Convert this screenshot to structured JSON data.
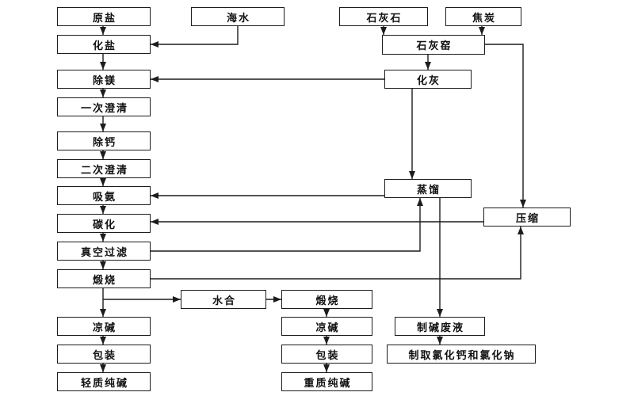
{
  "diagram": {
    "type": "flowchart",
    "nodes": {
      "raw_salt": {
        "label": "原盐"
      },
      "seawater": {
        "label": "海水"
      },
      "limestone": {
        "label": "石灰石"
      },
      "coke": {
        "label": "焦炭"
      },
      "dissolve_salt": {
        "label": "化盐"
      },
      "lime_kiln": {
        "label": "石灰窑"
      },
      "remove_mg": {
        "label": "除镁"
      },
      "slake_lime": {
        "label": "化灰"
      },
      "first_clarify": {
        "label": "一次澄清"
      },
      "remove_ca": {
        "label": "除钙"
      },
      "second_clarify": {
        "label": "二次澄清"
      },
      "absorb_ammonia": {
        "label": "吸氨"
      },
      "distill": {
        "label": "蒸馏"
      },
      "carbonate": {
        "label": "碳化"
      },
      "compress": {
        "label": "压缩"
      },
      "vacuum_filter": {
        "label": "真空过滤"
      },
      "calcine_light": {
        "label": "煅烧"
      },
      "hydrate": {
        "label": "水合"
      },
      "calcine_dense": {
        "label": "煅烧"
      },
      "cool_light": {
        "label": "凉碱"
      },
      "cool_dense": {
        "label": "凉碱"
      },
      "waste_liquid": {
        "label": "制碱废液"
      },
      "pack_light": {
        "label": "包装"
      },
      "pack_dense": {
        "label": "包装"
      },
      "product_cacl2_nacl": {
        "label": "制取氯化钙和氯化钠"
      },
      "light_soda": {
        "label": "轻质纯碱"
      },
      "dense_soda": {
        "label": "重质纯碱"
      }
    },
    "edges": [
      {
        "from": "raw_salt",
        "to": "dissolve_salt"
      },
      {
        "from": "seawater",
        "to": "dissolve_salt"
      },
      {
        "from": "dissolve_salt",
        "to": "remove_mg"
      },
      {
        "from": "slake_lime",
        "to": "remove_mg"
      },
      {
        "from": "remove_mg",
        "to": "first_clarify"
      },
      {
        "from": "first_clarify",
        "to": "remove_ca"
      },
      {
        "from": "remove_ca",
        "to": "second_clarify"
      },
      {
        "from": "second_clarify",
        "to": "absorb_ammonia"
      },
      {
        "from": "distill",
        "to": "absorb_ammonia"
      },
      {
        "from": "absorb_ammonia",
        "to": "carbonate"
      },
      {
        "from": "compress",
        "to": "carbonate"
      },
      {
        "from": "carbonate",
        "to": "vacuum_filter"
      },
      {
        "from": "vacuum_filter",
        "to": "calcine_light"
      },
      {
        "from": "vacuum_filter",
        "to": "distill"
      },
      {
        "from": "calcine_light",
        "to": "cool_light"
      },
      {
        "from": "calcine_light",
        "to": "hydrate"
      },
      {
        "from": "calcine_light",
        "to": "compress"
      },
      {
        "from": "hydrate",
        "to": "calcine_dense"
      },
      {
        "from": "calcine_dense",
        "to": "cool_dense"
      },
      {
        "from": "cool_light",
        "to": "pack_light"
      },
      {
        "from": "pack_light",
        "to": "light_soda"
      },
      {
        "from": "cool_dense",
        "to": "pack_dense"
      },
      {
        "from": "pack_dense",
        "to": "dense_soda"
      },
      {
        "from": "limestone",
        "to": "lime_kiln"
      },
      {
        "from": "coke",
        "to": "lime_kiln"
      },
      {
        "from": "lime_kiln",
        "to": "slake_lime"
      },
      {
        "from": "lime_kiln",
        "to": "compress"
      },
      {
        "from": "slake_lime",
        "to": "distill"
      },
      {
        "from": "distill",
        "to": "waste_liquid"
      },
      {
        "from": "waste_liquid",
        "to": "product_cacl2_nacl"
      }
    ]
  }
}
